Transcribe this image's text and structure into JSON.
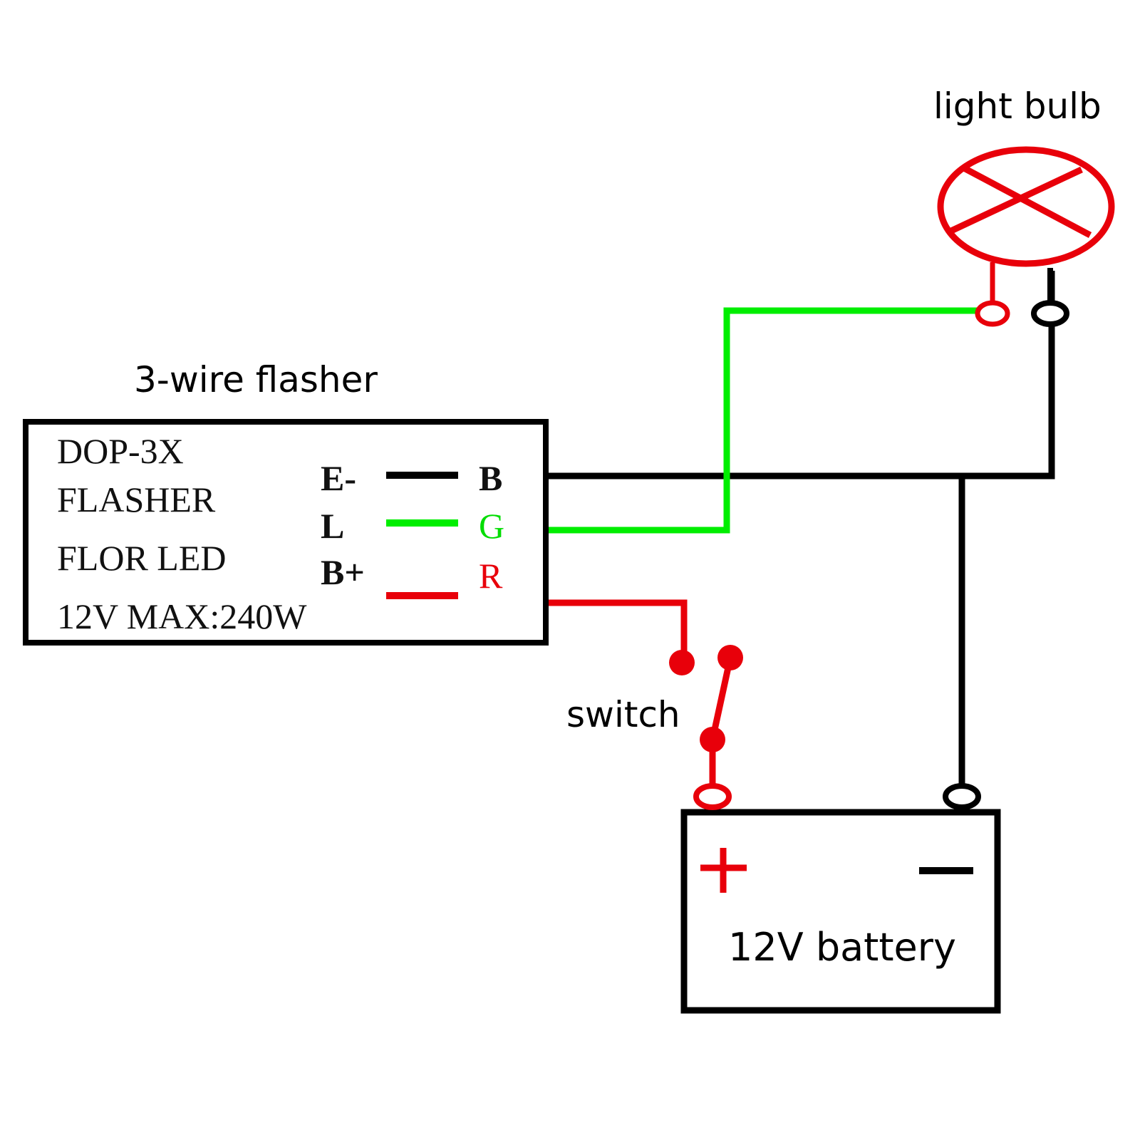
{
  "colors": {
    "black": "#000000",
    "red": "#e8000a",
    "green": "#00ee00"
  },
  "labels": {
    "flasher_title": "3-wire flasher",
    "light_bulb": "light bulb",
    "switch": "switch",
    "battery": "12V battery"
  },
  "flasher": {
    "lines": [
      "DOP-3X",
      "FLASHER",
      "FLOR LED",
      "12V MAX:240W"
    ],
    "terminals": [
      {
        "pin": "E-",
        "wire_code": "B",
        "wire_color": "black"
      },
      {
        "pin": "L",
        "wire_code": "G",
        "wire_color": "green"
      },
      {
        "pin": "B+",
        "wire_code": "R",
        "wire_color": "red"
      }
    ]
  },
  "battery": {
    "positive_symbol": "+",
    "negative_symbol": "−"
  }
}
